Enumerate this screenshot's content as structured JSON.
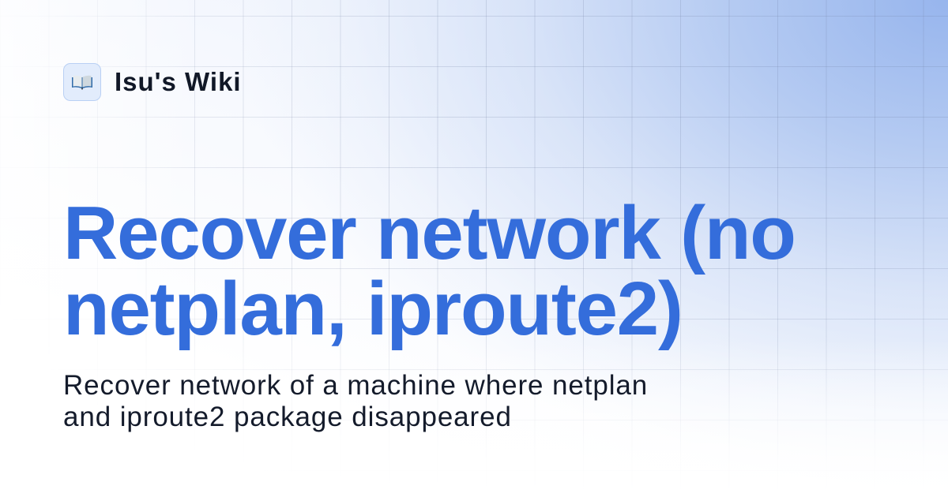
{
  "brand": {
    "icon": "open-book-icon",
    "icon_colors": {
      "box_background": "#e2ecfc",
      "box_border": "#b9d0f4"
    },
    "name": "Isu's Wiki"
  },
  "page": {
    "title_lines": [
      "Recover network (no",
      "netplan, iproute2)"
    ],
    "title": "Recover network (no netplan, iproute2)",
    "description_lines": [
      "Recover network of a machine where netplan",
      "and iproute2 package disappeared"
    ],
    "description": "Recover network of a machine where netplan and iproute2 package disappeared"
  },
  "colors": {
    "accent": "#346ddb",
    "text_primary": "#111827",
    "background_top_right": "#9bb8ee",
    "background_bottom_left": "#ffffff"
  }
}
